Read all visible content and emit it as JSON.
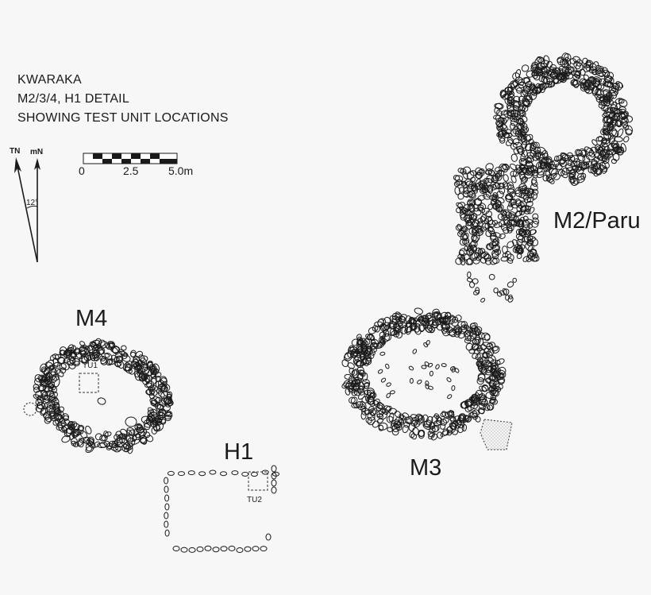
{
  "title": {
    "line1": "KWARAKA",
    "line2": "M2/3/4, H1 DETAIL",
    "line3": "SHOWING TEST UNIT LOCATIONS"
  },
  "north": {
    "true_north_label": "TN",
    "magnetic_north_label": "mN",
    "declination_label": "12°"
  },
  "scale": {
    "labels": [
      "0",
      "2.5",
      "5.0m"
    ]
  },
  "features": {
    "m4": "M4",
    "h1": "H1",
    "m3": "M3",
    "m2": "M2/Paru",
    "tu1": "TU1",
    "tu2": "TU2"
  },
  "colors": {
    "ink": "#1a1a1a",
    "background": "#f7f7f7",
    "stipple": "#9a9a9a"
  }
}
